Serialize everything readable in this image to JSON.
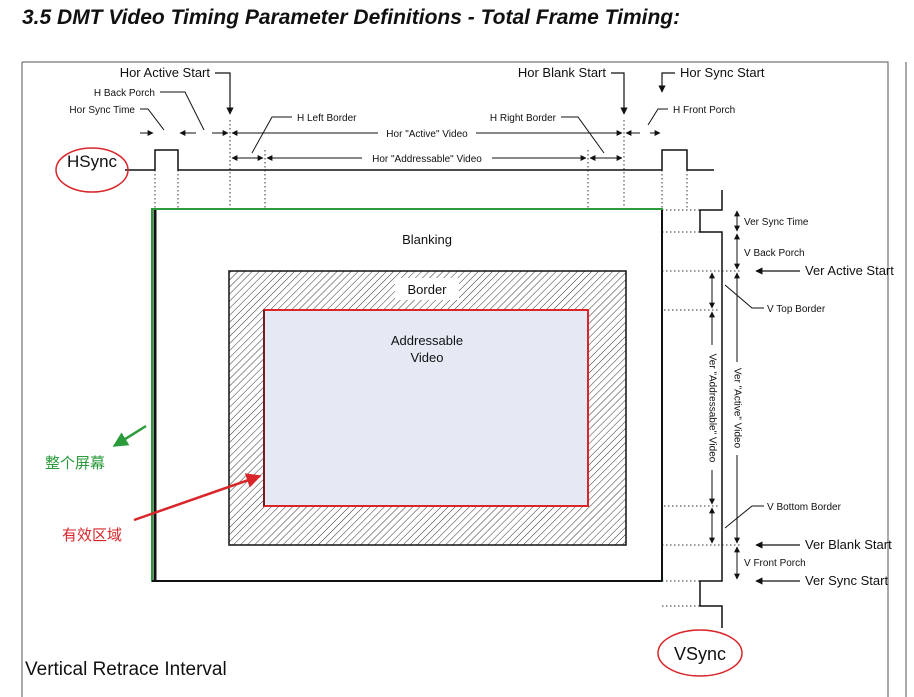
{
  "title": "3.5  DMT Video Timing Parameter Definitions - Total Frame Timing:",
  "labels": {
    "hor_active_start": "Hor Active Start",
    "h_back_porch": "H Back Porch",
    "hor_sync_time": "Hor Sync Time",
    "h_left_border": "H Left Border",
    "hor_active_video": "Hor \"Active\" Video",
    "hor_addressable_video": "Hor \"Addressable\" Video",
    "hor_blank_start": "Hor Blank Start",
    "h_right_border": "H Right Border",
    "hor_sync_start": "Hor Sync Start",
    "h_front_porch": "H Front Porch",
    "hsync": "HSync",
    "blanking": "Blanking",
    "border": "Border",
    "addressable_line1": "Addressable",
    "addressable_line2": "Video",
    "ver_sync_time": "Ver Sync Time",
    "v_back_porch": "V Back Porch",
    "ver_active_start": "Ver Active Start",
    "v_top_border": "V Top Border",
    "ver_addressable_video": "Ver \"Addressable\" Video",
    "ver_active_video": "Ver \"Active\" Video",
    "v_bottom_border": "V Bottom Border",
    "ver_blank_start": "Ver Blank Start",
    "v_front_porch": "V Front Porch",
    "ver_sync_start": "Ver Sync Start",
    "vsync": "VSync",
    "vertical_retrace_interval": "Vertical Retrace Interval",
    "whole_screen_cn": "整个屏幕",
    "valid_area_cn": "有效区域"
  },
  "colors": {
    "green_frame": "#2a9a3a",
    "red_area": "#d8262a",
    "addressable_fill": "#e4e9f4",
    "ink": "#111111"
  }
}
